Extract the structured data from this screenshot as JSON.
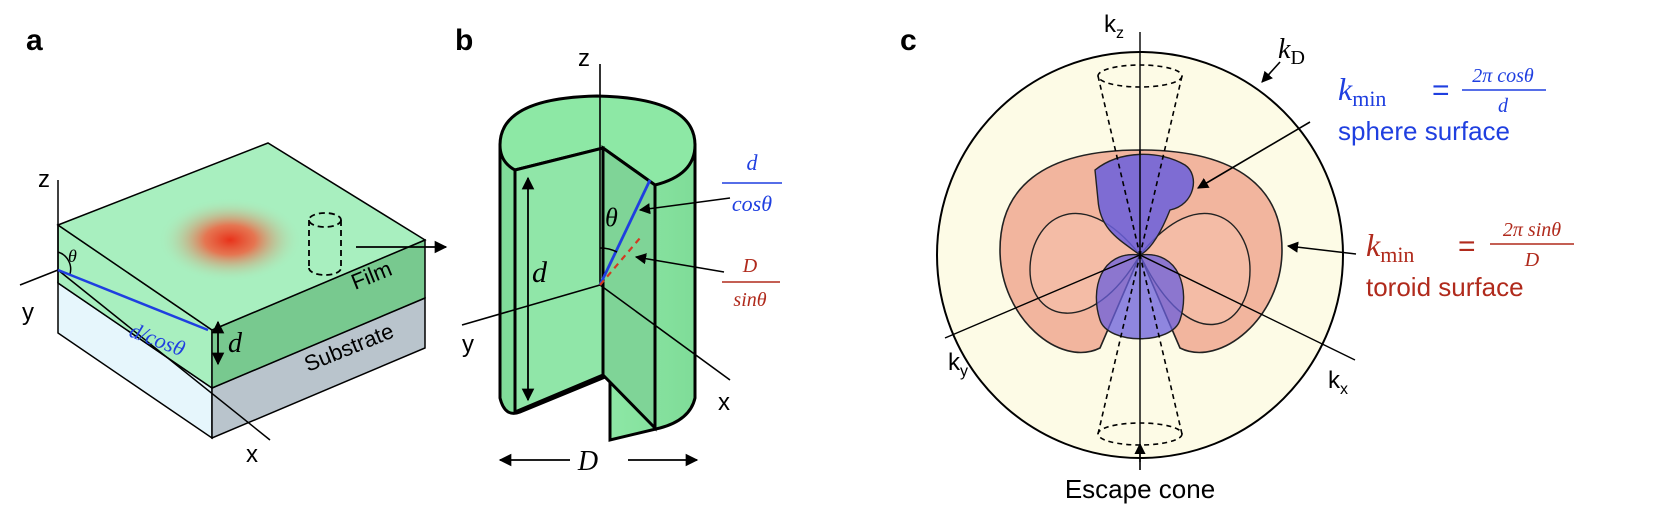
{
  "panels": {
    "a": {
      "letter": "a",
      "axis_z": "z",
      "axis_y": "y",
      "axis_x": "x",
      "theta": "θ",
      "path_label": "d/cosθ",
      "thickness": "d",
      "film": "Film",
      "substrate": "Substrate"
    },
    "b": {
      "letter": "b",
      "axis_z": "z",
      "axis_y": "y",
      "axis_x": "x",
      "theta": "θ",
      "height": "d",
      "diameter": "D",
      "frac1_num": "d",
      "frac1_den": "cosθ",
      "frac2_num": "D",
      "frac2_den": "sinθ"
    },
    "c": {
      "letter": "c",
      "kz": "k",
      "kz_sub": "z",
      "ky": "k",
      "ky_sub": "y",
      "kx": "k",
      "kx_sub": "x",
      "kD": "k",
      "kD_sub": "D",
      "eq1_lhs": "k",
      "eq1_sub": "min",
      "eq1_eq": "=",
      "eq1_num": "2π cosθ",
      "eq1_den": "d",
      "eq1_caption": "sphere surface",
      "eq2_lhs": "k",
      "eq2_sub": "min",
      "eq2_eq": "=",
      "eq2_num": "2π sinθ",
      "eq2_den": "D",
      "eq2_caption": "toroid surface",
      "escape": "Escape cone"
    }
  },
  "colors": {
    "film_light": "#a8efbf",
    "film_side": "#78c98f",
    "substrate_top": "#e6f6fc",
    "substrate_side": "#b9c4cc",
    "hotspot": "#ee3a22",
    "cylinder": "#8de8a5",
    "sphere_bg": "#fdfbe6",
    "toroid": "#f2b59e",
    "lobe": "#6a5fdc",
    "blue": "#1f3fe0",
    "red": "#b02a1c"
  }
}
